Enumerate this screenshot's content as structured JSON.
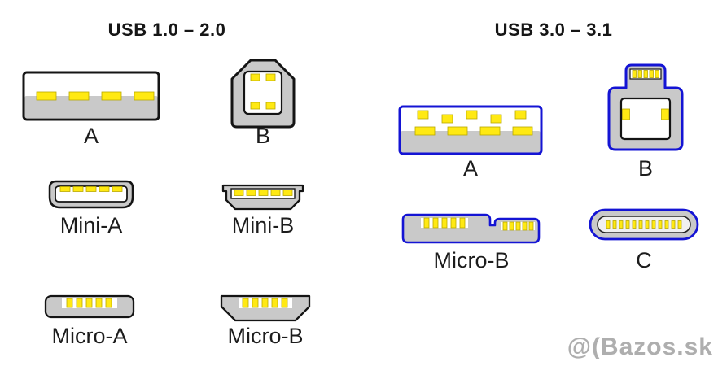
{
  "sections": {
    "left": {
      "title": "USB 1.0 – 2.0"
    },
    "right": {
      "title": "USB 3.0 – 3.1"
    }
  },
  "connectors": {
    "usb2_a": "A",
    "usb2_b": "B",
    "mini_a": "Mini-A",
    "mini_b": "Mini-B",
    "micro_a": "Micro-A",
    "micro_b": "Micro-B",
    "usb3_a": "A",
    "usb3_b": "B",
    "usb3_micro_b": "Micro-B",
    "usb3_c": "C"
  },
  "watermark": "@(Bazos.sk",
  "colors": {
    "shell_gray": "#c9c9c9",
    "pin_yellow": "#ffe913",
    "outline_black": "#141414",
    "outline_blue": "#1414d4",
    "label_color": "#1c1c1c",
    "watermark_color": "#aeaeae"
  }
}
